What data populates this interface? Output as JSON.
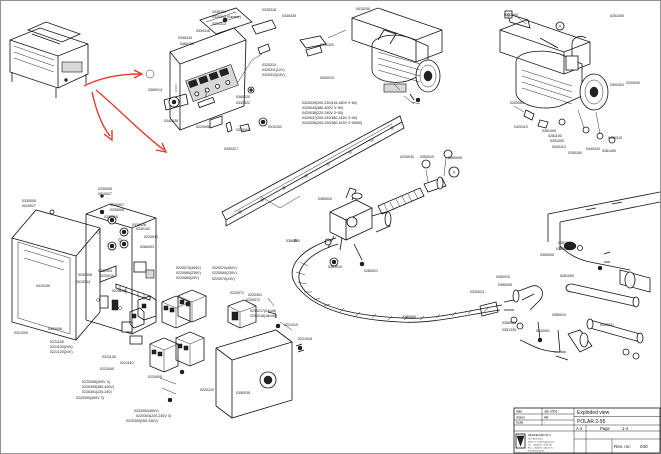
{
  "labels": [
    {
      "id": "l1",
      "text": "0330316"
    },
    {
      "id": "l2",
      "text": "0330315"
    },
    {
      "id": "l3",
      "text": "0460100"
    },
    {
      "id": "l4",
      "text": "0330324"
    },
    {
      "id": "l5",
      "text": "0320315 (Sensor)"
    },
    {
      "id": "l6",
      "text": "0330313"
    },
    {
      "id": "l7",
      "text": "0330318"
    },
    {
      "id": "l8",
      "text": "0330330"
    },
    {
      "id": "l9",
      "text": "0330320"
    },
    {
      "id": "l10",
      "text": "0320310"
    },
    {
      "id": "l11",
      "text": "0320311(12V)"
    },
    {
      "id": "l12",
      "text": "0320312(24V)"
    },
    {
      "id": "l13",
      "text": "0300010"
    },
    {
      "id": "l14",
      "text": "0360014"
    },
    {
      "id": "l15",
      "text": "0360020"
    },
    {
      "id": "l16",
      "text": "0330322"
    },
    {
      "id": "l17",
      "text": "0330317"
    },
    {
      "id": "l18",
      "text": "0330319"
    },
    {
      "id": "l19",
      "text": "0340038"
    },
    {
      "id": "l20",
      "text": "0220008"
    },
    {
      "id": "l21",
      "text": "0010102"
    },
    {
      "id": "l22",
      "text": "0410200"
    },
    {
      "id": "l23",
      "text": "0420039(200-220/415-460V 3~60)"
    },
    {
      "id": "l24",
      "text": "0420040(380-400V 3~50)"
    },
    {
      "id": "l25",
      "text": "0420038(220-240V 3~50)"
    },
    {
      "id": "l26",
      "text": "0420037(200-240/380-415V 3~50)"
    },
    {
      "id": "l27",
      "text": "0420036(200-220/380-415V 3~50/60)"
    },
    {
      "id": "l28",
      "text": "0220400"
    },
    {
      "id": "l29",
      "text": "0251400"
    },
    {
      "id": "l30",
      "text": "0200040"
    },
    {
      "id": "l31",
      "text": "0300302"
    },
    {
      "id": "l32",
      "text": "0200081"
    },
    {
      "id": "l33",
      "text": "0420110"
    },
    {
      "id": "l34",
      "text": "0281000"
    },
    {
      "id": "l35",
      "text": "0281100"
    },
    {
      "id": "l36",
      "text": "0251000"
    },
    {
      "id": "l37",
      "text": "0420110"
    },
    {
      "id": "l38",
      "text": "0200100"
    },
    {
      "id": "l39",
      "text": "0440310"
    },
    {
      "id": "l40",
      "text": "0281400"
    },
    {
      "id": "l41",
      "text": "0430310"
    },
    {
      "id": "l42",
      "text": "0330005"
    },
    {
      "id": "l43",
      "text": "0010027"
    },
    {
      "id": "l44",
      "text": "0330005"
    },
    {
      "id": "l45",
      "text": "0010027"
    },
    {
      "id": "l46",
      "text": "0030007"
    },
    {
      "id": "l47",
      "text": "0330008"
    },
    {
      "id": "l48",
      "text": "0330018"
    },
    {
      "id": "l49",
      "text": "0330026"
    },
    {
      "id": "l50",
      "text": "0330102"
    },
    {
      "id": "l51",
      "text": "0220010"
    },
    {
      "id": "l52",
      "text": "0280003"
    },
    {
      "id": "l53",
      "text": "0230003"
    },
    {
      "id": "l54",
      "text": "0230010"
    },
    {
      "id": "l55",
      "text": "0410100"
    },
    {
      "id": "l56",
      "text": "0010004"
    },
    {
      "id": "l57",
      "text": "0030008"
    },
    {
      "id": "l58",
      "text": "0220018"
    },
    {
      "id": "l59",
      "text": "0321000"
    },
    {
      "id": "l60",
      "text": "0330006"
    },
    {
      "id": "l61",
      "text": "0220070(400V)"
    },
    {
      "id": "l62",
      "text": "0220060(230V)"
    },
    {
      "id": "l63",
      "text": "0220060(24V)"
    },
    {
      "id": "l64",
      "text": "0220070(400V)"
    },
    {
      "id": "l65",
      "text": "0220060(230V)"
    },
    {
      "id": "l66",
      "text": "0220070(24V)"
    },
    {
      "id": "l67",
      "text": "0220071"
    },
    {
      "id": "l68",
      "text": "0220301"
    },
    {
      "id": "l69",
      "text": "0220071"
    },
    {
      "id": "l70",
      "text": "0230217(24volt)"
    },
    {
      "id": "l71",
      "text": "0230218(18volt)"
    },
    {
      "id": "l72",
      "text": "0221010"
    },
    {
      "id": "l73",
      "text": "0221015"
    },
    {
      "id": "l74",
      "text": "0221100"
    },
    {
      "id": "l75",
      "text": "0221130(24V)"
    },
    {
      "id": "l76",
      "text": "0221120(24V)"
    },
    {
      "id": "l77",
      "text": "0221106"
    },
    {
      "id": "l78",
      "text": "0221110"
    },
    {
      "id": "l79",
      "text": "0221040"
    },
    {
      "id": "l80",
      "text": "0220308(400V 3)"
    },
    {
      "id": "l81",
      "text": "0220305(380-400V)"
    },
    {
      "id": "l82",
      "text": "0220301(220-240)"
    },
    {
      "id": "l83",
      "text": "0220300(400V 3)"
    },
    {
      "id": "l84",
      "text": "0220302(400V)"
    },
    {
      "id": "l85",
      "text": "0220304(220-230V 3)"
    },
    {
      "id": "l86",
      "text": "0220300(200-330V)"
    },
    {
      "id": "l87",
      "text": "0220005"
    },
    {
      "id": "l88",
      "text": "0220120"
    },
    {
      "id": "l89",
      "text": "0350035"
    },
    {
      "id": "l90",
      "text": "0230030"
    },
    {
      "id": "l91",
      "text": "0350010"
    },
    {
      "id": "l92",
      "text": "0350005"
    },
    {
      "id": "l93",
      "text": "0380020"
    },
    {
      "id": "l94",
      "text": "0380050"
    },
    {
      "id": "l95",
      "text": "0380010"
    },
    {
      "id": "l96",
      "text": "0280021"
    },
    {
      "id": "l97",
      "text": "0380060"
    },
    {
      "id": "l98",
      "text": "0330024"
    },
    {
      "id": "l99",
      "text": "0350010"
    },
    {
      "id": "l100",
      "text": "0350039"
    },
    {
      "id": "l101",
      "text": "0350029"
    },
    {
      "id": "l102",
      "text": "0351335"
    },
    {
      "id": "l103",
      "text": "0351000"
    },
    {
      "id": "l104",
      "text": "0350020"
    },
    {
      "id": "l105",
      "text": "0281000"
    },
    {
      "id": "l106",
      "text": "0350010"
    },
    {
      "id": "l107",
      "text": "0320001"
    },
    {
      "id": "l108",
      "text": "0350005"
    },
    {
      "id": "l109",
      "text": "0320001"
    }
  ],
  "callouts": {
    "a": "A",
    "b": "B"
  },
  "title_block": {
    "title_label": "Exploded view",
    "title_value": "POLAR 2-95",
    "format": "A 4",
    "sheet_label": "Page",
    "sheet_value": "1-4",
    "company": "HENKELMAN B.V.",
    "company_lines": [
      "P.O. BOX 2113",
      "5202 CC 's-Hertogenbosch",
      "Tel.: +31(0)73 - 6222 111",
      "Fax: +31(0)73 - 6222 171",
      "The Netherlands"
    ],
    "rev_label": "Rev. no:",
    "rev_value": "040",
    "date_label": "date",
    "date_value": "Jan 2003",
    "draw_label": "drawn",
    "draw_value": "HB",
    "scale_label": "scale",
    "scale_value": "-"
  }
}
